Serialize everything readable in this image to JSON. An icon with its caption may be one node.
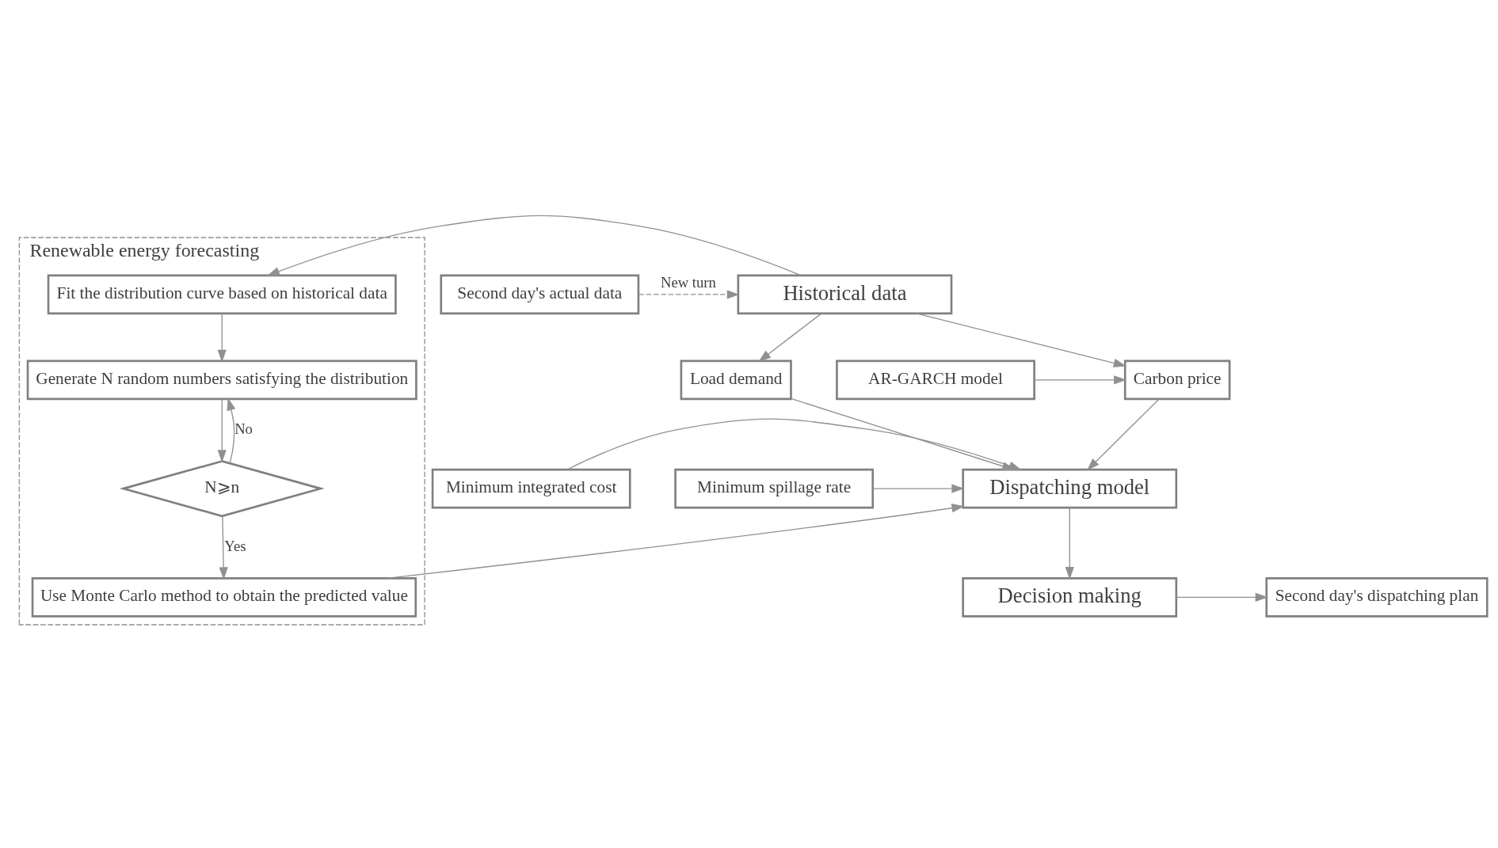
{
  "diagram": {
    "nodes": [
      {
        "text": [
          "Renewable energy forecasting"
        ]
      },
      {
        "text": [
          "Fit the distribution curve based on historical data"
        ],
        "in": 0
      },
      {
        "text": [
          "Generate N random numbers satisfying the distribution"
        ],
        "in": 0
      },
      {
        "text": [
          "N⩾n"
        ],
        "in": 0
      },
      {
        "text": [
          "Use Monte Carlo method to obtain the predicted value"
        ],
        "in": 0
      },
      {
        "text": [
          "Historical data"
        ]
      },
      {
        "text": [
          "Second day's actual data"
        ]
      },
      {
        "text": [
          "Load demand"
        ]
      },
      {
        "text": [
          "Carbon price"
        ]
      },
      {
        "text": [
          "AR-GARCH model"
        ]
      },
      {
        "text": [
          "Dispatching model"
        ]
      },
      {
        "text": [
          "Minimum integrated cost"
        ]
      },
      {
        "text": [
          "Minimum spillage rate"
        ]
      },
      {
        "text": [
          "Decision making"
        ]
      },
      {
        "text": [
          "Second day's dispatching plan"
        ]
      }
    ],
    "edges": [
      {
        "from": 5,
        "to": 1,
        "arrow": "to"
      },
      {
        "from": 1,
        "to": 2,
        "arrow": "to"
      },
      {
        "from": 2,
        "to": 3,
        "arrow": "to"
      },
      {
        "from": 3,
        "to": 2,
        "arrow": "to",
        "label": "No"
      },
      {
        "from": 3,
        "to": 4,
        "arrow": "to",
        "label": "Yes"
      },
      {
        "from": 4,
        "to": 10,
        "arrow": "to"
      },
      {
        "from": 6,
        "to": 5,
        "arrow": "to",
        "label": "New turn",
        "style": "dashed"
      },
      {
        "from": 5,
        "to": 7,
        "arrow": "to"
      },
      {
        "from": 5,
        "to": 8,
        "arrow": "to"
      },
      {
        "from": 9,
        "to": 8,
        "arrow": "to"
      },
      {
        "from": 7,
        "to": 10,
        "arrow": "to"
      },
      {
        "from": 8,
        "to": 10,
        "arrow": "to"
      },
      {
        "from": 11,
        "to": 10,
        "arrow": "to"
      },
      {
        "from": 12,
        "to": 10,
        "arrow": "to"
      },
      {
        "from": 10,
        "to": 13,
        "arrow": "to"
      },
      {
        "from": 13,
        "to": 14,
        "arrow": "to"
      }
    ]
  }
}
